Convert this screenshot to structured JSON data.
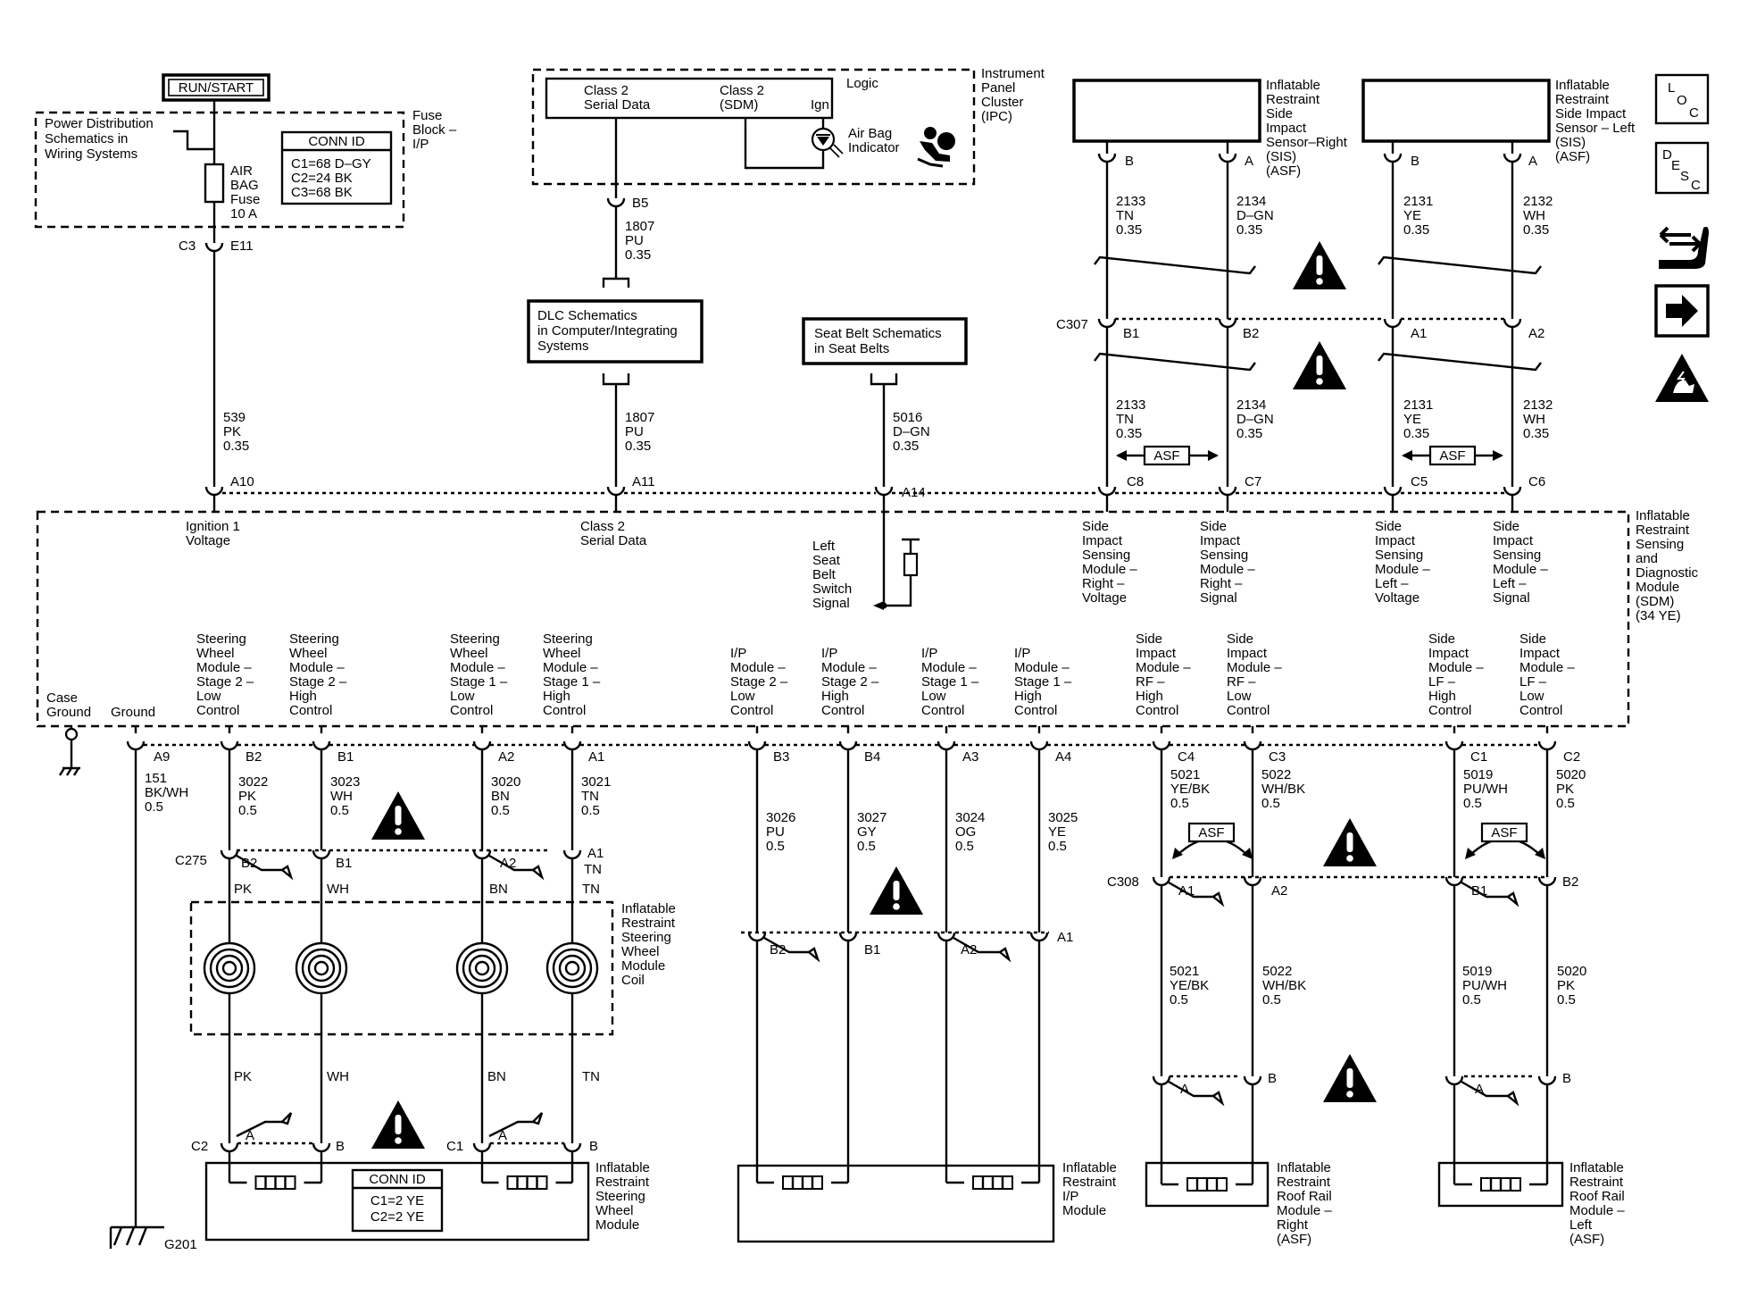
{
  "run_start": "RUN/START",
  "pds": [
    "Power Distribution",
    "Schematics in",
    "Wiring Systems"
  ],
  "fuse_block": [
    "Fuse",
    "Block –",
    "I/P"
  ],
  "fuse_label": [
    "AIR",
    "BAG",
    "Fuse",
    "10 A"
  ],
  "conn_fuse": {
    "title": "CONN ID",
    "lines": [
      "C1=68 D–GY",
      "C2=24 BK",
      "C3=68 BK"
    ]
  },
  "c3_e11": [
    "C3",
    "E11"
  ],
  "ipc": {
    "class2_a": [
      "Class 2",
      "Serial Data"
    ],
    "class2_b": [
      "Class 2",
      "(SDM)"
    ],
    "ign": "Ign",
    "logic": "Logic",
    "airbag": [
      "Air Bag",
      "Indicator"
    ],
    "title": [
      "Instrument",
      "Panel",
      "Cluster",
      "(IPC)"
    ],
    "b5": "B5"
  },
  "dlc": [
    "DLC Schematics",
    "in Computer/Integrating",
    "Systems"
  ],
  "seatbelt_box": [
    "Seat Belt Schematics",
    "in Seat Belts"
  ],
  "wires_top": {
    "w539": [
      "539",
      "PK",
      "0.35"
    ],
    "w1807a": [
      "1807",
      "PU",
      "0.35"
    ],
    "w1807b": [
      "1807",
      "PU",
      "0.35"
    ],
    "w5016": [
      "5016",
      "D–GN",
      "0.35"
    ]
  },
  "sis_right": {
    "title": [
      "Inflatable",
      "Restraint",
      "Side",
      "Impact",
      "Sensor–Right",
      "(SIS)",
      "(ASF)"
    ],
    "pins": [
      "B",
      "A"
    ],
    "w_upper_l": [
      "2133",
      "TN",
      "0.35"
    ],
    "w_upper_r": [
      "2134",
      "D–GN",
      "0.35"
    ],
    "c307": "C307",
    "mid_pins": [
      "B1",
      "B2"
    ],
    "w_lower_l": [
      "2133",
      "TN",
      "0.35"
    ],
    "w_lower_r": [
      "2134",
      "D–GN",
      "0.35"
    ],
    "sdm_pins": [
      "C8",
      "C7"
    ]
  },
  "sis_left": {
    "title": [
      "Inflatable",
      "Restraint",
      "Side Impact",
      "Sensor – Left",
      "(SIS)",
      "(ASF)"
    ],
    "pins": [
      "B",
      "A"
    ],
    "w_upper_l": [
      "2131",
      "YE",
      "0.35"
    ],
    "w_upper_r": [
      "2132",
      "WH",
      "0.35"
    ],
    "mid_pins": [
      "A1",
      "A2"
    ],
    "w_lower_l": [
      "2131",
      "YE",
      "0.35"
    ],
    "w_lower_r": [
      "2132",
      "WH",
      "0.35"
    ],
    "sdm_pins": [
      "C5",
      "C6"
    ]
  },
  "asf": "ASF",
  "sdm_top_pins": [
    "A10",
    "A11",
    "A14"
  ],
  "sdm_top_labels": {
    "ign1": [
      "Ignition 1",
      "Voltage"
    ],
    "class2": [
      "Class 2",
      "Serial Data"
    ],
    "seatbelt": [
      "Left",
      "Seat",
      "Belt",
      "Switch",
      "Signal"
    ],
    "sis_rv": [
      "Side",
      "Impact",
      "Sensing",
      "Module –",
      "Right –",
      "Voltage"
    ],
    "sis_rs": [
      "Side",
      "Impact",
      "Sensing",
      "Module –",
      "Right –",
      "Signal"
    ],
    "sis_lv": [
      "Side",
      "Impact",
      "Sensing",
      "Module –",
      "Left –",
      "Voltage"
    ],
    "sis_ls": [
      "Side",
      "Impact",
      "Sensing",
      "Module –",
      "Left –",
      "Signal"
    ]
  },
  "sdm_title": [
    "Inflatable",
    "Restraint",
    "Sensing",
    "and",
    "Diagnostic",
    "Module",
    "(SDM)",
    "(34 YE)"
  ],
  "sdm_bottom_labels": {
    "case": [
      "Case",
      "Ground"
    ],
    "ground": "Ground",
    "sw2l": [
      "Steering",
      "Wheel",
      "Module –",
      "Stage 2 –",
      "Low",
      "Control"
    ],
    "sw2h": [
      "Steering",
      "Wheel",
      "Module –",
      "Stage 2 –",
      "High",
      "Control"
    ],
    "sw1l": [
      "Steering",
      "Wheel",
      "Module –",
      "Stage 1 –",
      "Low",
      "Control"
    ],
    "sw1h": [
      "Steering",
      "Wheel",
      "Module –",
      "Stage 1 –",
      "High",
      "Control"
    ],
    "ip2l": [
      "I/P",
      "Module –",
      "Stage 2 –",
      "Low",
      "Control"
    ],
    "ip2h": [
      "I/P",
      "Module –",
      "Stage 2 –",
      "High",
      "Control"
    ],
    "ip1l": [
      "I/P",
      "Module –",
      "Stage 1 –",
      "Low",
      "Control"
    ],
    "ip1h": [
      "I/P",
      "Module –",
      "Stage 1 –",
      "High",
      "Control"
    ],
    "rfh": [
      "Side",
      "Impact",
      "Module –",
      "RF –",
      "High",
      "Control"
    ],
    "rfl": [
      "Side",
      "Impact",
      "Module –",
      "RF –",
      "Low",
      "Control"
    ],
    "lfh": [
      "Side",
      "Impact",
      "Module –",
      "LF –",
      "High",
      "Control"
    ],
    "lfl": [
      "Side",
      "Impact",
      "Module –",
      "LF –",
      "Low",
      "Control"
    ]
  },
  "sdm_bottom_pins": [
    "A9",
    "B2",
    "B1",
    "A2",
    "A1",
    "B3",
    "B4",
    "A3",
    "A4",
    "C4",
    "C3",
    "C1",
    "C2"
  ],
  "wires_bottom": {
    "w151": [
      "151",
      "BK/WH",
      "0.5"
    ],
    "w3022": [
      "3022",
      "PK",
      "0.5"
    ],
    "w3023": [
      "3023",
      "WH",
      "0.5"
    ],
    "w3020": [
      "3020",
      "BN",
      "0.5"
    ],
    "w3021": [
      "3021",
      "TN",
      "0.5"
    ],
    "w3026": [
      "3026",
      "PU",
      "0.5"
    ],
    "w3027": [
      "3027",
      "GY",
      "0.5"
    ],
    "w3024": [
      "3024",
      "OG",
      "0.5"
    ],
    "w3025": [
      "3025",
      "YE",
      "0.5"
    ],
    "w5021": [
      "5021",
      "YE/BK",
      "0.5"
    ],
    "w5022": [
      "5022",
      "WH/BK",
      "0.5"
    ],
    "w5019": [
      "5019",
      "PU/WH",
      "0.5"
    ],
    "w5020": [
      "5020",
      "PK",
      "0.5"
    ]
  },
  "c275": {
    "id": "C275",
    "pins": [
      "B2",
      "B1",
      "A2",
      "A1"
    ],
    "colors": [
      "PK",
      "WH",
      "BN",
      "TN"
    ],
    "tn_side": "TN"
  },
  "coil_title": [
    "Inflatable",
    "Restraint",
    "Steering",
    "Wheel",
    "Module",
    "Coil"
  ],
  "coil_colors": [
    "PK",
    "WH",
    "BN",
    "TN"
  ],
  "swm": {
    "c2": "C2",
    "c1": "C1",
    "pins": [
      "A",
      "B",
      "A",
      "B"
    ],
    "conn": {
      "title": "CONN ID",
      "lines": [
        "C1=2 YE",
        "C2=2 YE"
      ]
    },
    "title": [
      "Inflatable",
      "Restraint",
      "Steering",
      "Wheel",
      "Module"
    ]
  },
  "g201": "G201",
  "ip_module": {
    "pins": [
      "B2",
      "B1",
      "A2",
      "A1"
    ],
    "title": [
      "Inflatable",
      "Restraint",
      "I/P",
      "Module"
    ]
  },
  "c308": {
    "id": "C308",
    "pins": [
      "A1",
      "A2",
      "B1",
      "B2"
    ]
  },
  "rr_right": {
    "w_l": [
      "5021",
      "YE/BK",
      "0.5"
    ],
    "w_r": [
      "5022",
      "WH/BK",
      "0.5"
    ],
    "pins": [
      "A",
      "B"
    ],
    "title": [
      "Inflatable",
      "Restraint",
      "Roof Rail",
      "Module –",
      "Right",
      "(ASF)"
    ]
  },
  "rr_left": {
    "w_l": [
      "5019",
      "PU/WH",
      "0.5"
    ],
    "w_r": [
      "5020",
      "PK",
      "0.5"
    ],
    "pins": [
      "A",
      "B"
    ],
    "title": [
      "Inflatable",
      "Restraint",
      "Roof Rail",
      "Module –",
      "Left",
      "(ASF)"
    ]
  },
  "side_icons": [
    {
      "name": "loc-icon",
      "letters": [
        "L",
        "O",
        "C"
      ]
    },
    {
      "name": "desc-icon",
      "letters": [
        "D",
        "E",
        "S",
        "C"
      ]
    },
    {
      "name": "connector-exchange-icon"
    },
    {
      "name": "next-arrow-icon"
    },
    {
      "name": "esd-warning-icon"
    }
  ]
}
